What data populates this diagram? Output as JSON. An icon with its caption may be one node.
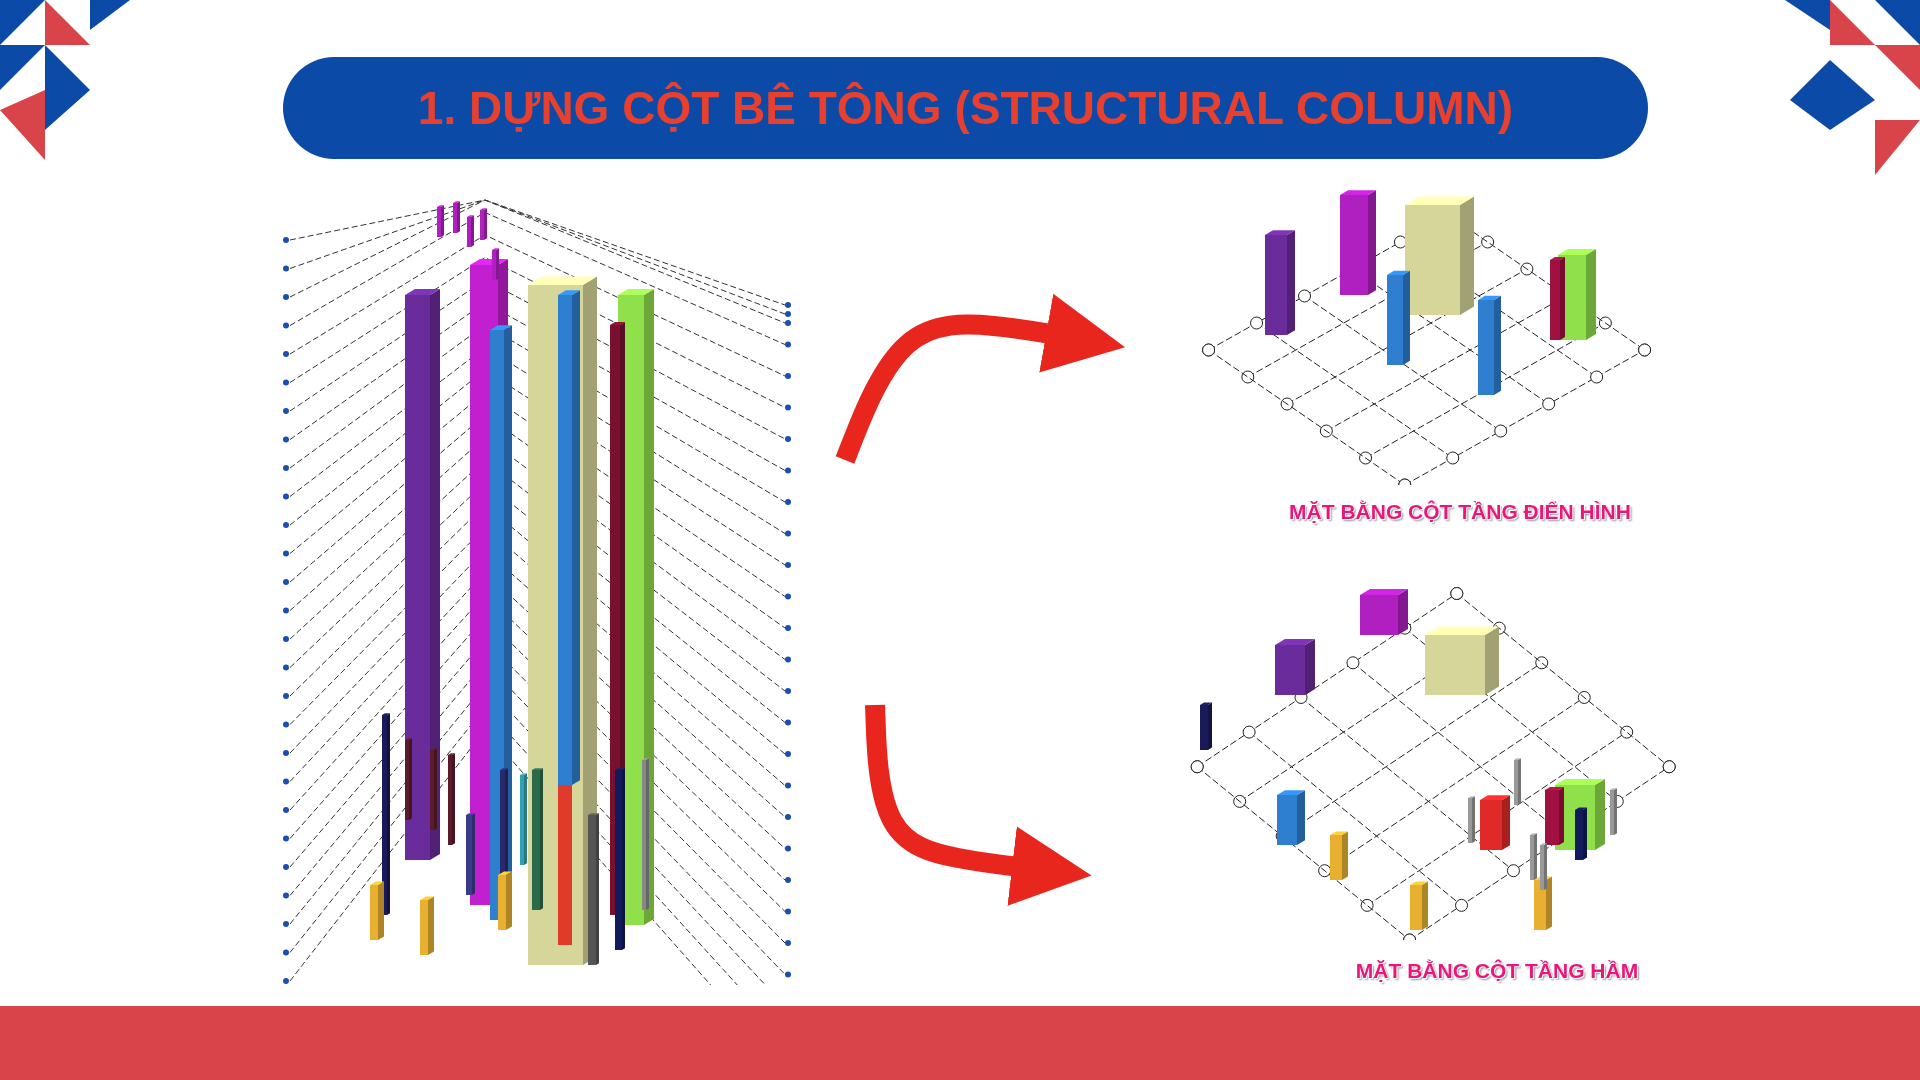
{
  "diagram": {
    "title": "1. DỰNG CỘT BÊ TÔNG (STRUCTURAL COLUMN)",
    "nodes": [
      {
        "text": [],
        "shape": "picture"
      },
      {
        "text": [],
        "shape": "picture",
        "beside": [
          "MẶT BẰNG CỘT TẦNG ĐIỂN HÌNH"
        ]
      },
      {
        "text": [],
        "shape": "picture",
        "beside": [
          "MẶT BẰNG CỘT TẦNG HẦM"
        ]
      }
    ],
    "edges": [
      {
        "from": 0,
        "to": 1,
        "arrow": "to"
      },
      {
        "from": 0,
        "to": 2,
        "arrow": "to"
      }
    ]
  }
}
